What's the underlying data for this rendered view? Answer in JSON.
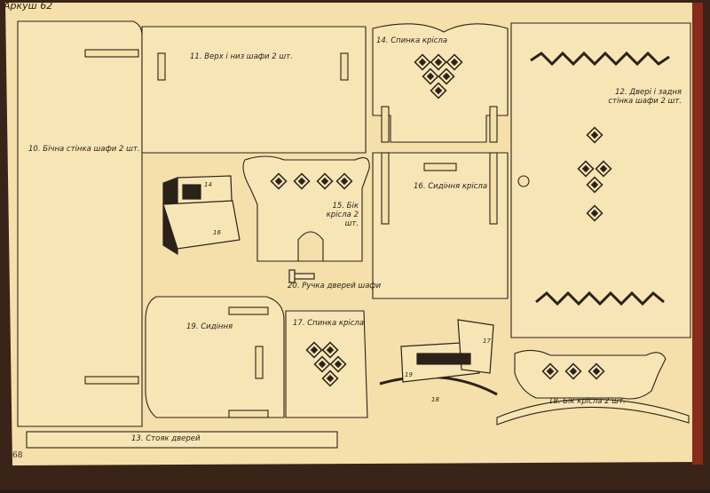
{
  "sheet": {
    "header": "Аркуш 62",
    "page_number": "68",
    "colors": {
      "paper": "#f5dfaa",
      "part": "#f8e5b6",
      "line": "#2b2218",
      "edge": "#8a2a1a"
    }
  },
  "parts": [
    {
      "number": "10.",
      "name": "Бічна стінка шафи",
      "qty": "2 шт."
    },
    {
      "number": "11.",
      "name": "Верх і низ шафи",
      "qty": "2 шт."
    },
    {
      "number": "12.",
      "name": "Двері і задня стінка шафи",
      "qty": "2 шт."
    },
    {
      "number": "13.",
      "name": "Стояк дверей",
      "qty": ""
    },
    {
      "number": "14.",
      "name": "Спинка крісла",
      "qty": ""
    },
    {
      "number": "15.",
      "name": "Бік крісла",
      "qty": "2 шт."
    },
    {
      "number": "16.",
      "name": "Сидіння крісла",
      "qty": ""
    },
    {
      "number": "17.",
      "name": "Спинка крісла",
      "qty": ""
    },
    {
      "number": "18.",
      "name": "Бік крісла",
      "qty": "2 шт."
    },
    {
      "number": "19.",
      "name": "Сидіння",
      "qty": ""
    },
    {
      "number": "20.",
      "name": "Ручка дверей шафи",
      "qty": ""
    }
  ],
  "assembly_labels": {
    "chair1_back": "14",
    "chair1_seat": "16",
    "chair2_back": "17",
    "chair2_side": "19",
    "chair2_seat": "18"
  }
}
